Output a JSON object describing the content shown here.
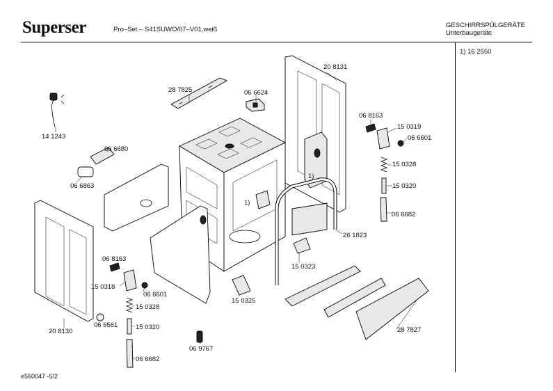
{
  "header": {
    "brand": "Superser",
    "model": "Pro–Set – S41SUWO/07–V01,weiß",
    "category_line1": "GESCHIRRSPÜLGERÄTE",
    "category_line2": "Unterbaugeräte"
  },
  "notes": [
    "1) 16 2550"
  ],
  "footer": "e560047   -5/2",
  "part_labels": {
    "cable": "14 1243",
    "rail_top": "28 7825",
    "clip_top": "06 6624",
    "side_panel_right": "20 8131",
    "pin_right": "06 8163",
    "hinge_right": "15 0319",
    "screw_right": "06 6601",
    "spring_right": "15 0328",
    "rod_right": "15 0320",
    "lever_right": "06 6682",
    "frame_loop": "26 1823",
    "bracket_small": "15 0323",
    "rail_bottom": "28 7827",
    "switch": "06 6680",
    "motor": "06 6863",
    "side_panel_left": "20 8130",
    "pin_left": "06 8163",
    "hinge_left": "15 0318",
    "screw_left": "06 6601",
    "spring_left": "15 0328",
    "rod_left": "15 0320",
    "stop": "06 6561",
    "lever_left": "06 6682",
    "screw_bottom": "06 9767",
    "bracket_bottom": "15 0325",
    "callout_1a": "1)",
    "callout_1b": "1)"
  }
}
